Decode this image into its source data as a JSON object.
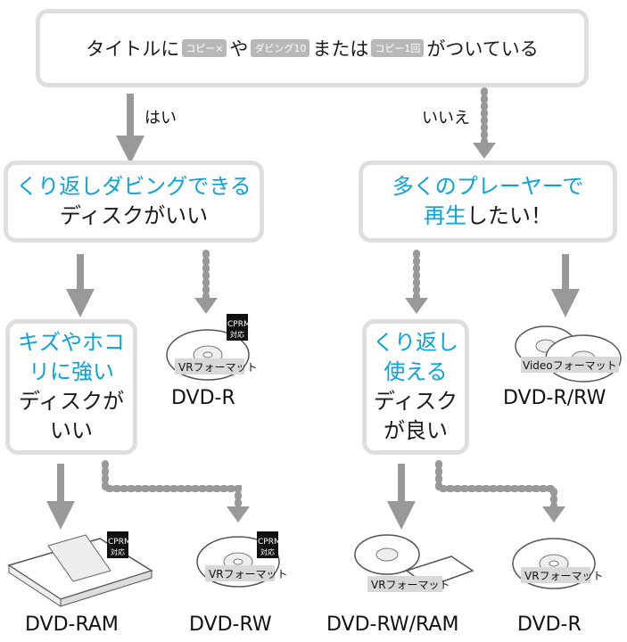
{
  "top": {
    "t1": "タイトルに",
    "b1": "コピー×",
    "t2": "や",
    "b2": "ダビング10",
    "t3": "または",
    "b3": "コピー1回",
    "t4": "がついている"
  },
  "yes": "はい",
  "no": "いいえ",
  "left_q": {
    "l1": "くり返しダビングできる",
    "l2": "ディスクがいい"
  },
  "right_q": {
    "l1": "多くのプレーヤーで",
    "l2a": "再生",
    "l2b": "したい！"
  },
  "scratch_q": {
    "l1": "キズやホコ",
    "l2": "リに強い",
    "l3": "ディスクが",
    "l4": "いい"
  },
  "reuse_q": {
    "l1": "くり返し",
    "l2": "使える",
    "l3": "ディスク",
    "l4": "が良い"
  },
  "cprm": "CPRM",
  "taiou": "対応",
  "vr_format": "VRフォーマット",
  "video_format": "Videoフォーマット",
  "results": {
    "dvdr_mid": "DVD-R",
    "dvdrrw": "DVD-R/RW",
    "dvdram": "DVD-RAM",
    "dvdrw": "DVD-RW",
    "dvdrwram": "DVD-RW/RAM",
    "dvdr_bottom": "DVD-R"
  }
}
